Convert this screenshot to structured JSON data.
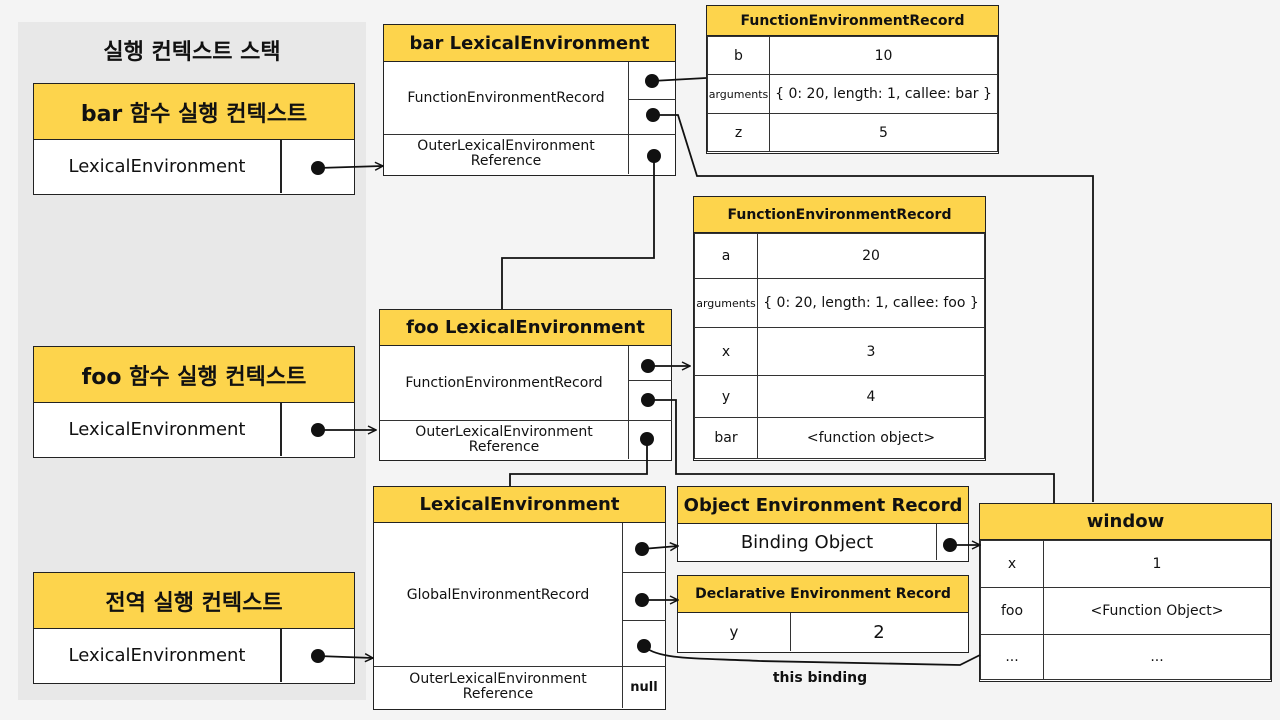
{
  "stack": {
    "title": "실행 컨텍스트 스택",
    "contexts": [
      {
        "title": "bar 함수 실행 컨텍스트",
        "field": "LexicalEnvironment"
      },
      {
        "title": "foo 함수 실행 컨텍스트",
        "field": "LexicalEnvironment"
      },
      {
        "title": "전역 실행 컨텍스트",
        "field": "LexicalEnvironment"
      }
    ]
  },
  "bar_env": {
    "title": "bar LexicalEnvironment",
    "record": "FunctionEnvironmentRecord",
    "outer": "OuterLexicalEnvironment Reference"
  },
  "bar_record": {
    "title": "FunctionEnvironmentRecord",
    "rows": [
      {
        "key": "b",
        "value": "10"
      },
      {
        "key": "arguments",
        "value": "{ 0: 20, length: 1, callee: bar }"
      },
      {
        "key": "z",
        "value": "5"
      }
    ]
  },
  "foo_env": {
    "title": "foo LexicalEnvironment",
    "record": "FunctionEnvironmentRecord",
    "outer": "OuterLexicalEnvironment Reference"
  },
  "foo_record": {
    "title": "FunctionEnvironmentRecord",
    "rows": [
      {
        "key": "a",
        "value": "20"
      },
      {
        "key": "arguments",
        "value": "{ 0: 20, length: 1, callee: foo }"
      },
      {
        "key": "x",
        "value": "3"
      },
      {
        "key": "y",
        "value": "4"
      },
      {
        "key": "bar",
        "value": "<function object>"
      }
    ]
  },
  "global_env": {
    "title": "LexicalEnvironment",
    "record": "GlobalEnvironmentRecord",
    "outer": "OuterLexicalEnvironment Reference",
    "outer_value": "null"
  },
  "object_record": {
    "title": "Object Environment Record",
    "field": "Binding Object"
  },
  "declarative_record": {
    "title": "Declarative Environment Record",
    "key": "y",
    "value": "2"
  },
  "window": {
    "title": "window",
    "rows": [
      {
        "key": "x",
        "value": "1"
      },
      {
        "key": "foo",
        "value": "<Function Object>"
      },
      {
        "key": "...",
        "value": "..."
      }
    ]
  },
  "this_binding_label": "this binding"
}
